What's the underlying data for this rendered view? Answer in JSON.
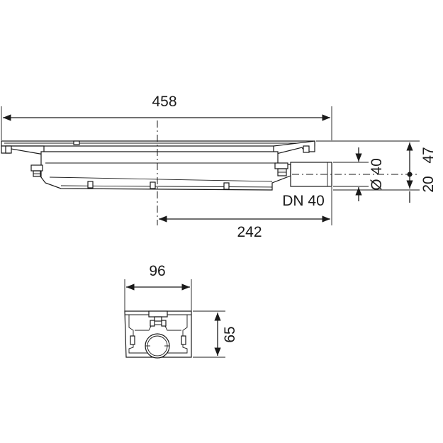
{
  "drawing": {
    "side_view": {
      "overall_length": "458",
      "outlet_offset": "242",
      "outlet_label": "DN 40",
      "pipe_diameter": "Ø 40",
      "outlet_height": "20",
      "total_height": "47"
    },
    "end_view": {
      "width": "96",
      "height": "65"
    }
  }
}
